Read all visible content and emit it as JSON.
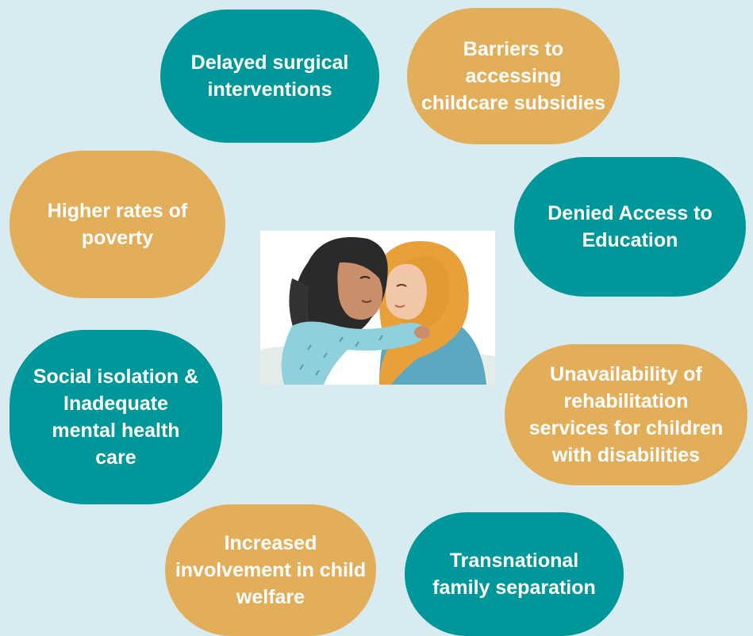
{
  "items": [
    {
      "text": "Delayed surgical\ninterventions",
      "color": "#00979a"
    },
    {
      "text": "Barriers to\naccessing\nchildcare subsidies",
      "color": "#e3ae59"
    },
    {
      "text": "Higher rates of\npoverty",
      "color": "#e3ae59"
    },
    {
      "text": "Denied Access to\nEducation",
      "color": "#00979a"
    },
    {
      "text": "Social isolation &\nInadequate\nmental health\ncare",
      "color": "#00979a"
    },
    {
      "text": "Unavailability of\nrehabilitation\nservices for children\nwith disabilities",
      "color": "#e3ae59"
    },
    {
      "text": "Increased\ninvolvement in child\nwelfare",
      "color": "#e3ae59"
    },
    {
      "text": "Transnational\nfamily separation",
      "color": "#00979a"
    }
  ],
  "colors": {
    "background": "#d8ebf0",
    "teal": "#00979a",
    "gold": "#e3ae59",
    "text": "#ffffff"
  }
}
